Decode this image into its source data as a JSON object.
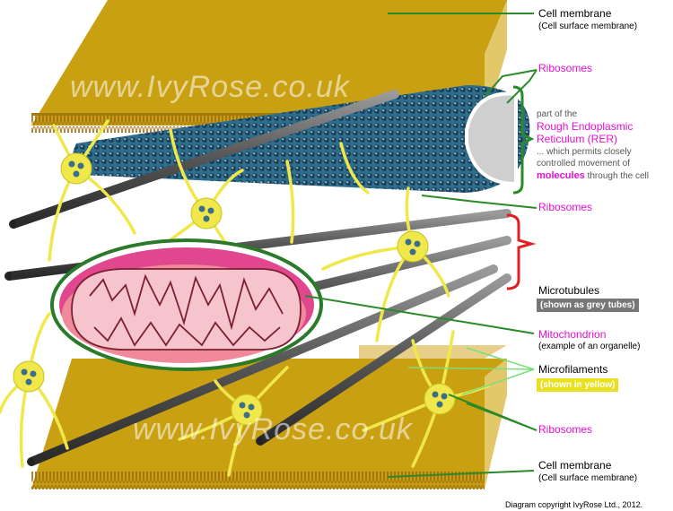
{
  "labels": {
    "cell_membrane_top": "Cell membrane",
    "cell_membrane_top_sub": "(Cell surface membrane)",
    "ribosomes_1": "Ribosomes",
    "rer_part_of": "part of the",
    "rer_name_line1": "Rough Endoplasmic",
    "rer_name_line2": "Reticulum (RER)",
    "rer_desc_line1": "... which permits closely",
    "rer_desc_line2": "controlled movement of",
    "rer_desc_molecules": "molecules",
    "rer_desc_end": " through the cell",
    "ribosomes_2": "Ribosomes",
    "microtubules": "Microtubules",
    "microtubules_badge": "(shown as grey tubes)",
    "mitochondrion": "Mitochondrion",
    "mitochondrion_sub": "(example of an organelle)",
    "microfilaments": "Microfilaments",
    "microfilaments_badge": "(shown in yellow)",
    "ribosomes_3": "Ribosomes",
    "cell_membrane_bottom": "Cell membrane",
    "cell_membrane_bottom_sub": "(Cell surface membrane)"
  },
  "watermarks": {
    "top": "www.IvyRose.co.uk",
    "bottom": "www.IvyRose.co.uk"
  },
  "credit": "Diagram copyright IvyRose Ltd., 2012.",
  "colors": {
    "membrane": "#c49a0c",
    "rer": "#2c6e8e",
    "microtubule": "#4a4a4a",
    "microfilament": "#f0e84a",
    "mitochondrion_outer": "#e0478f",
    "mitochondrion_inner": "#f4b9c4",
    "leader_green": "#2a8a2a",
    "bracket_red": "#e02020",
    "label_magenta": "#e60fd2"
  }
}
